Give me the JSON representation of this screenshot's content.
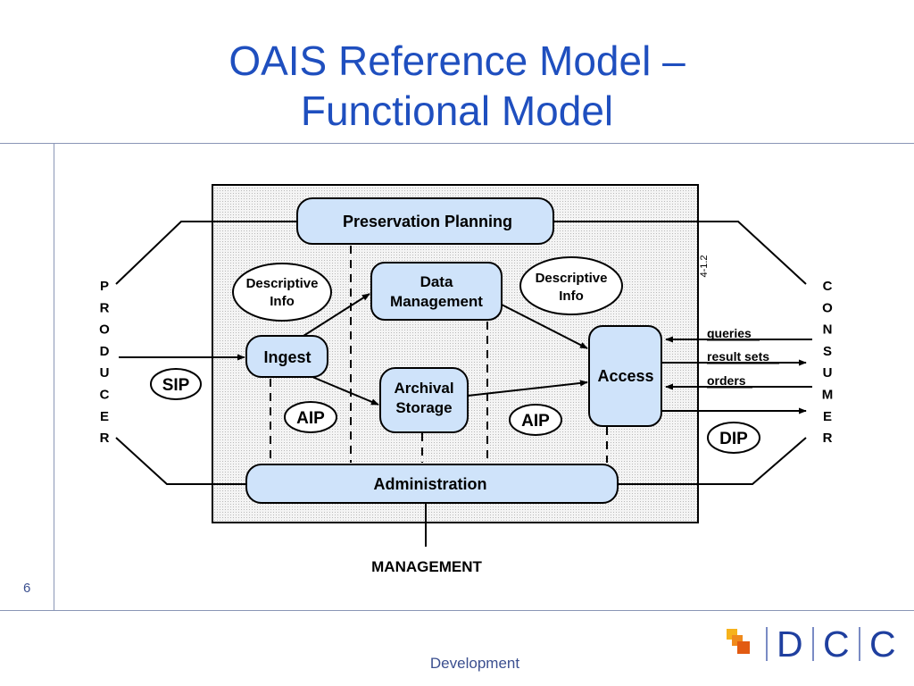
{
  "slide": {
    "title_line1": "OAIS Reference Model –",
    "title_line2": "Functional Model",
    "page_number": "6",
    "footer": "Development",
    "logo": {
      "letters": [
        "D",
        "C",
        "C"
      ]
    }
  },
  "diagram": {
    "preservation_planning": "Preservation Planning",
    "data_management_line1": "Data",
    "data_management_line2": "Management",
    "ingest": "Ingest",
    "archival_storage_line1": "Archival",
    "archival_storage_line2": "Storage",
    "access": "Access",
    "administration": "Administration",
    "descriptive_info_left_line1": "Descriptive",
    "descriptive_info_left_line2": "Info",
    "descriptive_info_right_line1": "Descriptive",
    "descriptive_info_right_line2": "Info",
    "sip": "SIP",
    "aip_left": "AIP",
    "aip_right": "AIP",
    "dip": "DIP",
    "queries": "queries",
    "result_sets": "result sets",
    "orders": "orders",
    "management": "MANAGEMENT",
    "figure_id": "4-1.2",
    "producer_letters": [
      "P",
      "R",
      "O",
      "D",
      "U",
      "C",
      "E",
      "R"
    ],
    "consumer_letters": [
      "C",
      "O",
      "N",
      "S",
      "U",
      "M",
      "E",
      "R"
    ]
  }
}
